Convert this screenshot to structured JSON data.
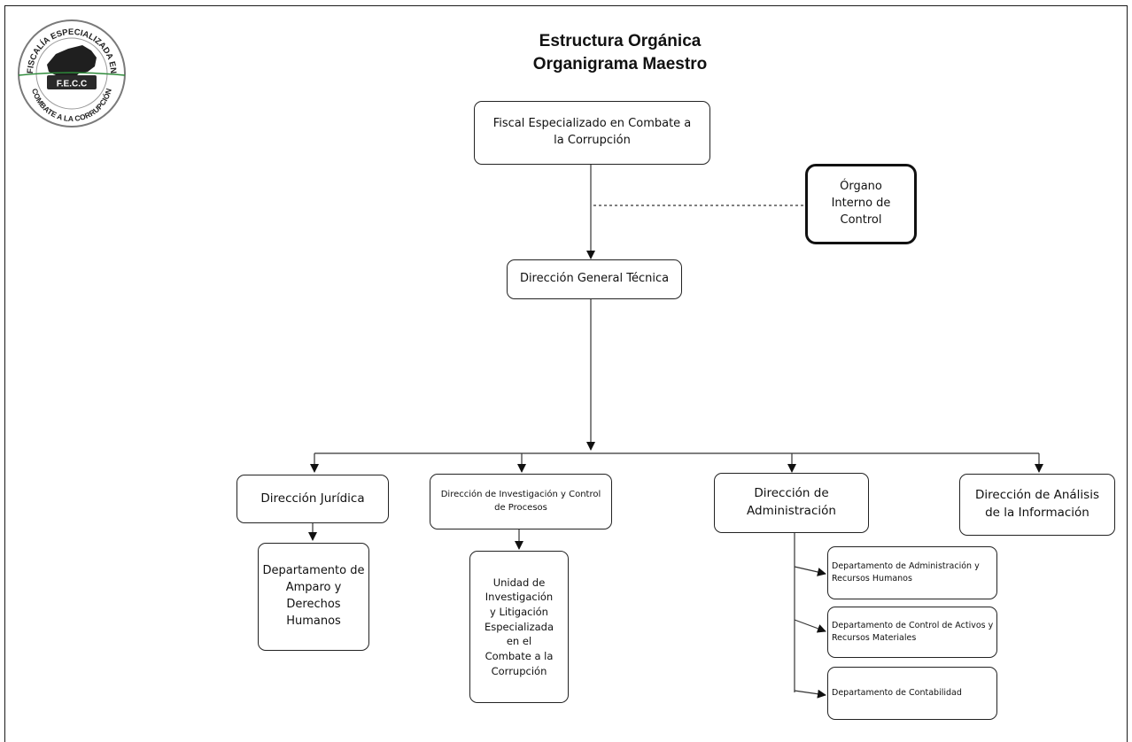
{
  "logo": {
    "top_text": "FISCALÍA ESPECIALIZADA EN",
    "bottom_text": "COMBATE A LA CORRUPCIÓN",
    "center_text": "F.E.C.C"
  },
  "title": {
    "line1": "Estructura Orgánica",
    "line2": "Organigrama Maestro"
  },
  "nodes": {
    "fiscal": "Fiscal Especializado en Combate a la Corrupción",
    "organo": "Órgano Interno de Control",
    "direccion_general": "Dirección General Técnica",
    "juridica": "Dirección Jurídica",
    "investigacion": "Dirección de Investigación y Control de Procesos",
    "administracion": "Dirección de Administración",
    "analisis": "Dirección de Análisis de la Información",
    "amparo": "Departamento de Amparo y Derechos Humanos",
    "unidad": "Unidad de Investigación y Litigación Especializada en el Combate a la Corrupción",
    "depto_admin_rh": "Departamento de Administración y Recursos Humanos",
    "depto_activos": "Departamento de Control de Activos y Recursos Materiales",
    "depto_contabilidad": "Departamento de Contabilidad"
  }
}
